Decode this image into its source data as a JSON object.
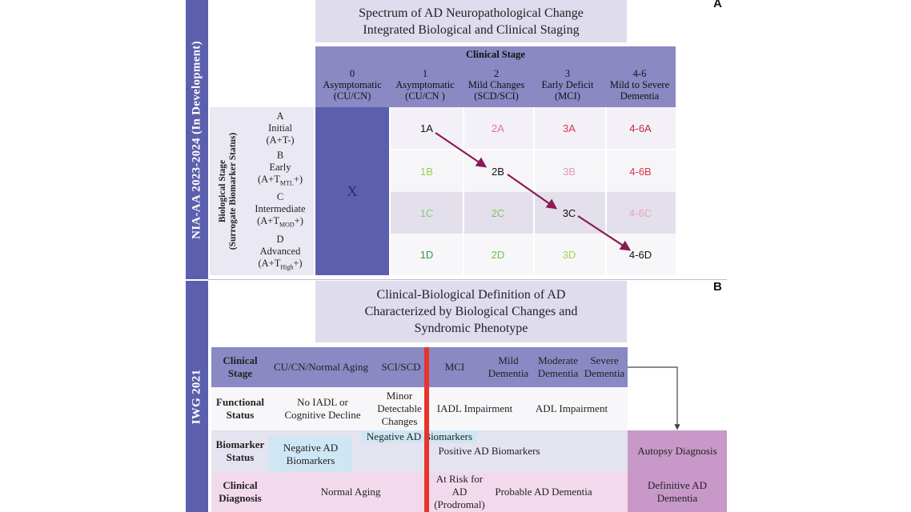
{
  "left_labels": {
    "top": "NIA-AA 2023-2024  (In Development)",
    "bottom": "IWG 2021"
  },
  "panel_a": {
    "letter": "A",
    "title_line1": "Spectrum of AD Neuropathological Change",
    "title_line2": "Integrated Biological and Clinical Staging",
    "clinical_stage_label": "Clinical Stage",
    "stages": [
      {
        "num": "0",
        "line1": "Asymptomatic",
        "line2": "(CU/CN)"
      },
      {
        "num": "1",
        "line1": "Asymptomatic",
        "line2": "(CU/CN )"
      },
      {
        "num": "2",
        "line1": "Mild Changes",
        "line2": "(SCD/SCI)"
      },
      {
        "num": "3",
        "line1": "Early Deficit",
        "line2": "(MCI)"
      },
      {
        "num": "4-6",
        "line1": "Mild to Severe",
        "line2": "Dementia"
      }
    ],
    "bio_axis_line1": "Biological Stage",
    "bio_axis_line2": "(Surrogate Biomarker Status)",
    "bio_rows": [
      {
        "letter": "A",
        "name": "Initial",
        "marker": "(A+T-)",
        "sub": ""
      },
      {
        "letter": "B",
        "name": "Early",
        "marker": "(A+T",
        "sub": "MTL",
        "tail": "+)"
      },
      {
        "letter": "C",
        "name": "Intermediate",
        "marker": "(A+T",
        "sub": "MOD",
        "tail": "+)"
      },
      {
        "letter": "D",
        "name": "Advanced",
        "marker": "(A+T",
        "sub": "High",
        "tail": "+)"
      }
    ],
    "x_mark": "X",
    "grid": [
      [
        "1A",
        "2A",
        "3A",
        "4-6A"
      ],
      [
        "1B",
        "2B",
        "3B",
        "4-6B"
      ],
      [
        "1C",
        "2C",
        "3C",
        "4-6C"
      ],
      [
        "1D",
        "2D",
        "3D",
        "4-6D"
      ]
    ],
    "grid_colors": [
      [
        "#111111",
        "#e0729f",
        "#d8344d",
        "#c8223a"
      ],
      [
        "#9acd4a",
        "#111111",
        "#e39bb4",
        "#d8344d"
      ],
      [
        "#86c98a",
        "#7cc85a",
        "#111111",
        "#e7a9c0"
      ],
      [
        "#2f9a3b",
        "#6cc04a",
        "#a4d35a",
        "#111111"
      ]
    ],
    "arrow_color": "#8b1a55"
  },
  "panel_b": {
    "letter": "B",
    "title_line1": "Clinical-Biological Definition of AD",
    "title_line2": "Characterized by Biological Changes and",
    "title_line3": "Syndromic Phenotype",
    "rows": {
      "clinical_stage": {
        "label_line1": "Clinical",
        "label_line2": "Stage",
        "cells": [
          "CU/CN/Normal Aging",
          "SCI/SCD",
          "MCI"
        ],
        "mild_line1": "Mild",
        "mild_line2": "Dementia",
        "moderate_line1": "Moderate",
        "moderate_line2": "Dementia",
        "severe_line1": "Severe",
        "severe_line2": "Dementia"
      },
      "functional": {
        "label_line1": "Functional",
        "label_line2": "Status",
        "c1_line1": "No IADL or",
        "c1_line2": "Cognitive Decline",
        "c2_line1": "Minor",
        "c2_line2": "Detectable",
        "c2_line3": "Changes",
        "c3": "IADL Impairment",
        "c4": "ADL Impairment"
      },
      "biomarker": {
        "label_line1": "Biomarker",
        "label_line2": "Status",
        "neg_line1": "Negative AD",
        "neg_line2": "Biomarkers",
        "neg_top": "Negative AD Biomarkers",
        "pos": "Positive AD Biomarkers",
        "autopsy": "Autopsy Diagnosis"
      },
      "diagnosis": {
        "label_line1": "Clinical",
        "label_line2": "Diagnosis",
        "normal": "Normal Aging",
        "risk_line1": "At Risk for",
        "risk_line2": "AD",
        "risk_line3": "(Prodromal)",
        "probable": "Probable AD Dementia",
        "definitive_line1": "Definitive AD",
        "definitive_line2": "Dementia"
      }
    },
    "red_line_color": "#e8342a"
  }
}
